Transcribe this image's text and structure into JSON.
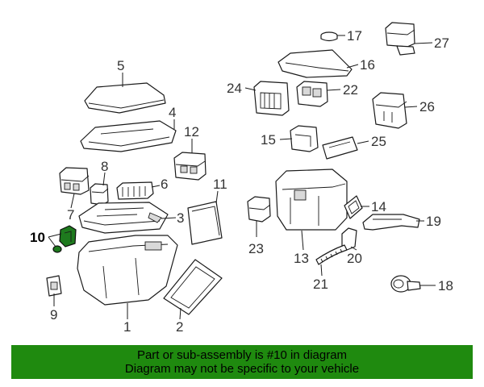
{
  "diagram": {
    "callouts": [
      "1",
      "2",
      "3",
      "4",
      "5",
      "6",
      "7",
      "8",
      "9",
      "10",
      "11",
      "12",
      "13",
      "14",
      "15",
      "16",
      "17",
      "18",
      "19",
      "20",
      "21",
      "22",
      "23",
      "24",
      "25",
      "26",
      "27"
    ],
    "highlighted_part": "10",
    "highlight_color": "#1e7a1e"
  },
  "banner": {
    "line1": "Part or sub-assembly is #10 in diagram",
    "line2": "Diagram may not be specific to your vehicle",
    "background": "#1f8a0f"
  }
}
